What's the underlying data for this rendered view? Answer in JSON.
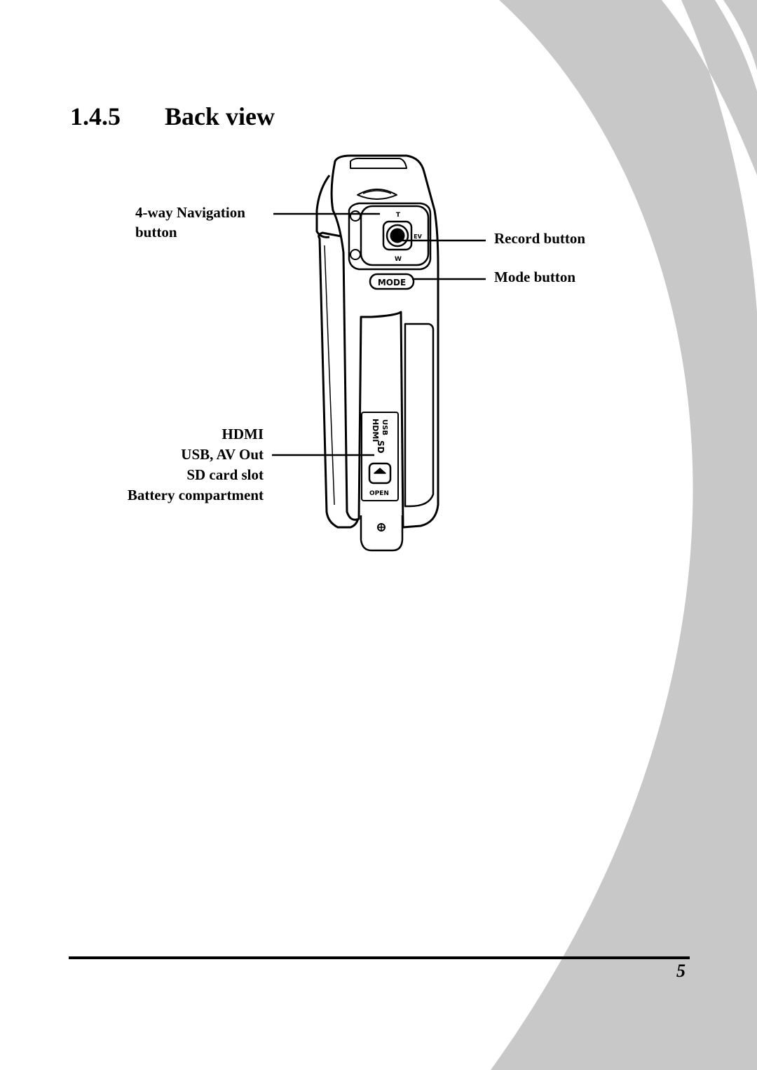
{
  "section": {
    "number": "1.4.5",
    "title": "Back view"
  },
  "labels": {
    "nav_line1": "4-way Navigation",
    "nav_line2": "button",
    "record": "Record button",
    "mode": "Mode button",
    "hdmi": "HDMI",
    "usb_av": "USB, AV Out",
    "sd": "SD card slot",
    "battery": "Battery compartment"
  },
  "device_markings": {
    "mode_key": "MODE",
    "nav_top": "T",
    "nav_bottom": "W",
    "nav_right": "EV",
    "port_hdmi": "HDMI",
    "port_usb": "USB",
    "sd_logo": "SD",
    "open": "OPEN"
  },
  "footer": {
    "page_number": "5"
  },
  "colors": {
    "decor_gray": "#c8c8c8",
    "ink": "#000000"
  }
}
